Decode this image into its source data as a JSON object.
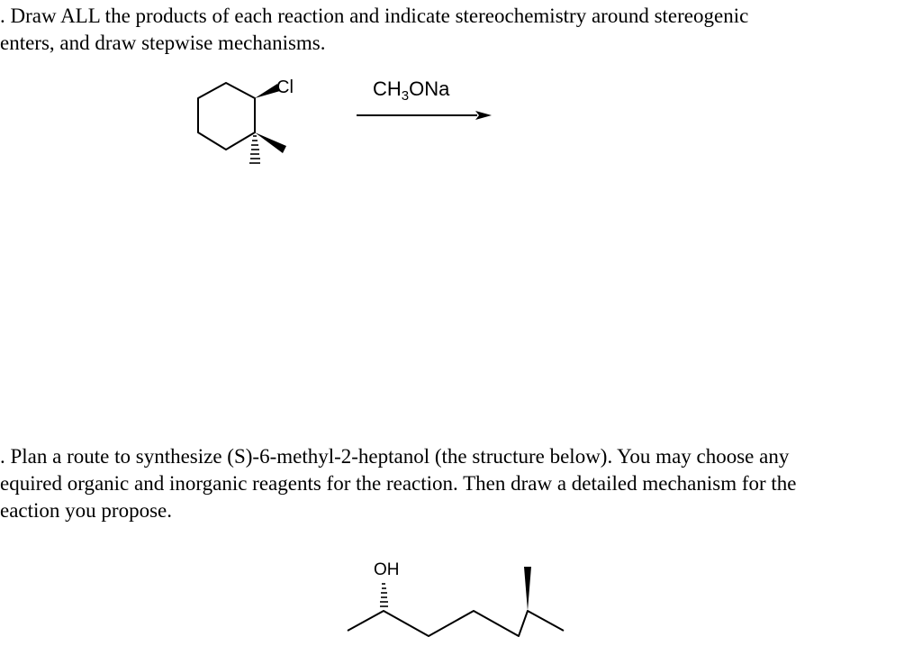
{
  "question1": {
    "line1": ". Draw ALL the products of each reaction and indicate stereochemistry around stereogenic",
    "line2": "enters, and draw stepwise mechanisms.",
    "reagent": {
      "prefix": "CH",
      "subscript": "3",
      "suffix": "ONa"
    },
    "substituent_label": "Cl"
  },
  "question2": {
    "line1": ". Plan a route to synthesize (S)-6-methyl-2-heptanol (the structure below). You may choose any",
    "line2": "equired organic and inorganic reagents for the reaction. Then draw a detailed mechanism for the",
    "line3": "eaction you propose.",
    "hydroxyl_label": "OH"
  }
}
